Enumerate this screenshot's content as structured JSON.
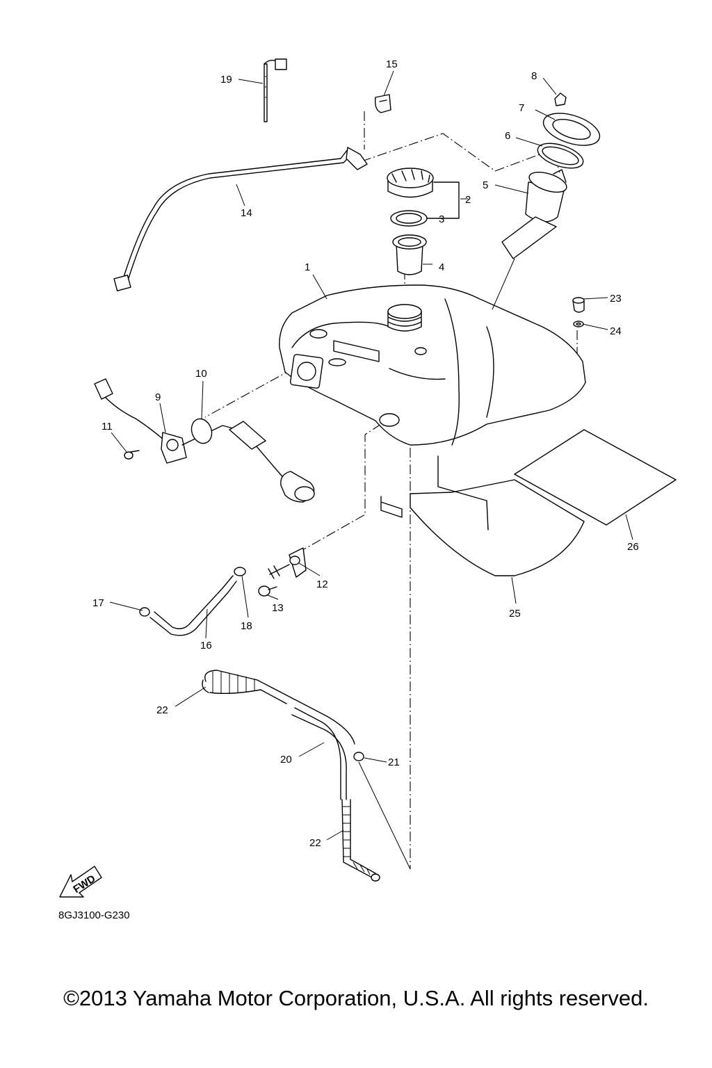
{
  "callouts": {
    "c1": "1",
    "c2": "2",
    "c3": "3",
    "c4": "4",
    "c5": "5",
    "c6": "6",
    "c7": "7",
    "c8": "8",
    "c9": "9",
    "c10": "10",
    "c11": "11",
    "c12": "12",
    "c13": "13",
    "c14": "14",
    "c15": "15",
    "c16": "16",
    "c17": "17",
    "c18": "18",
    "c19": "19",
    "c20": "20",
    "c21": "21",
    "c22a": "22",
    "c22b": "22",
    "c23": "23",
    "c24": "24",
    "c25": "25",
    "c26": "26"
  },
  "fwd_label": "FWD",
  "doc_code": "8GJ3100-G230",
  "copyright": "©2013 Yamaha Motor Corporation, U.S.A. All rights reserved."
}
